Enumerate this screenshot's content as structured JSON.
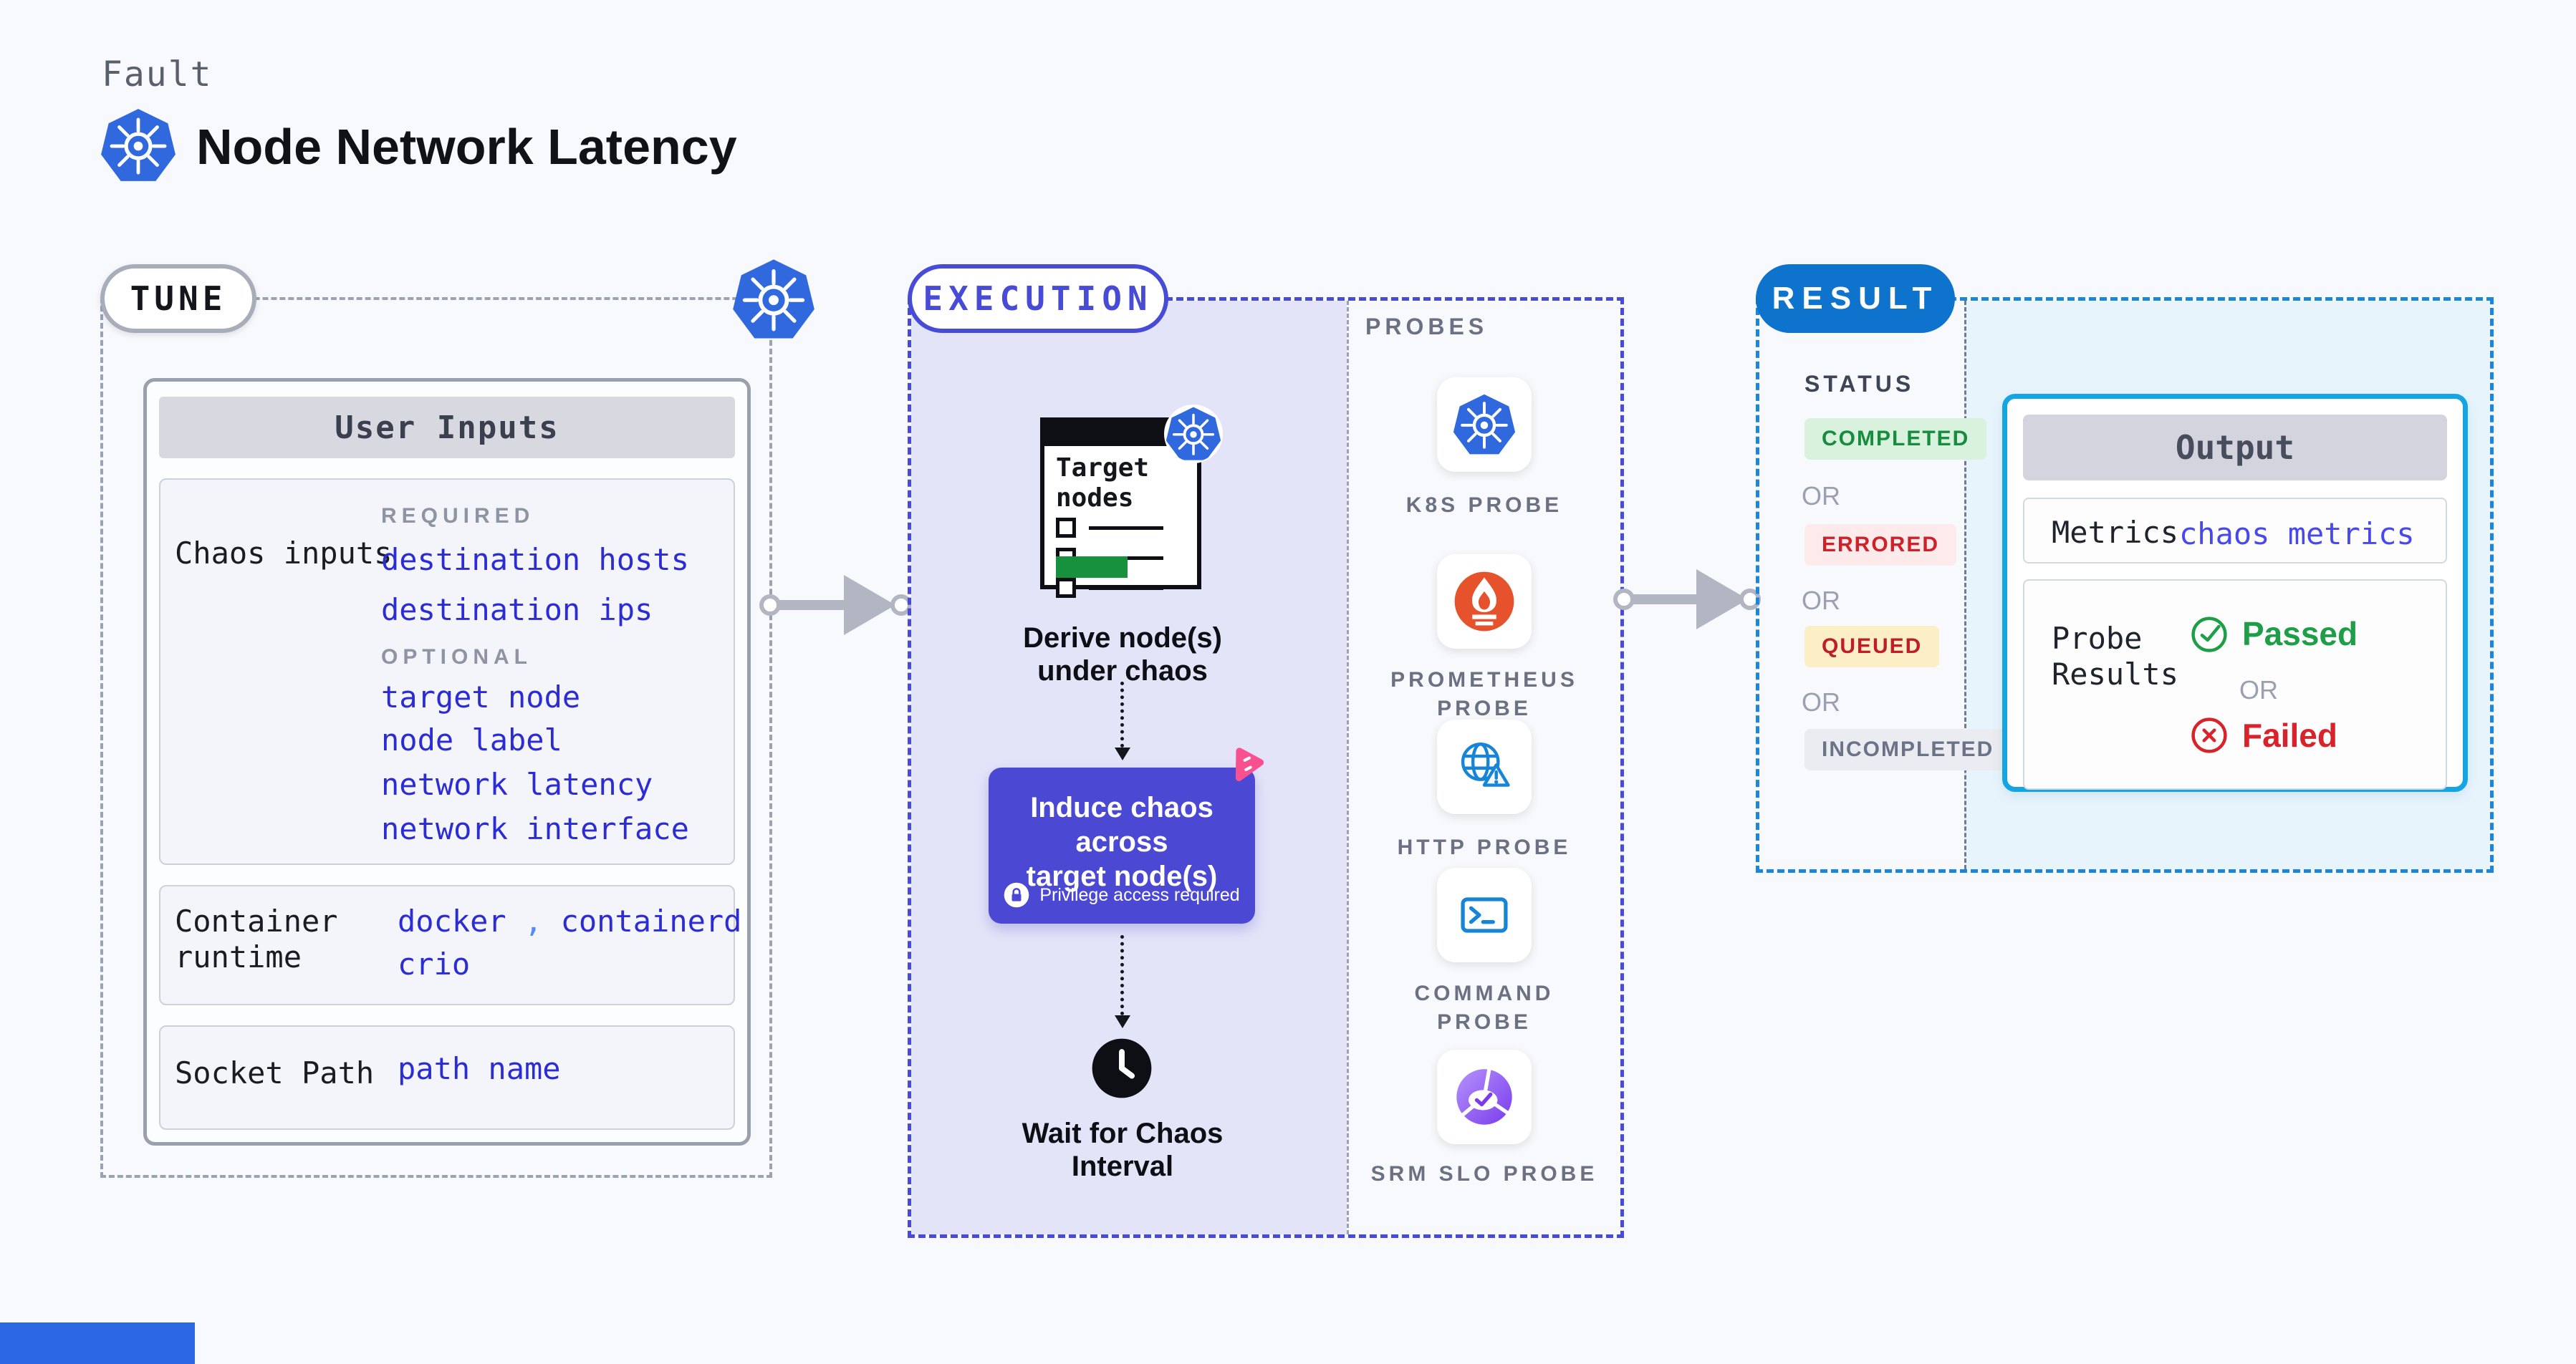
{
  "header": {
    "kicker": "Fault",
    "title": "Node Network Latency"
  },
  "tune": {
    "pill": "TUNE",
    "user_inputs": {
      "header": "User Inputs",
      "chaos_inputs_label": "Chaos inputs",
      "required_label": "REQUIRED",
      "required_items": [
        "destination hosts",
        "destination ips"
      ],
      "optional_label": "OPTIONAL",
      "optional_items": [
        "target node",
        "node label",
        "network latency",
        "network interface"
      ],
      "container_runtime_label_1": "Container",
      "container_runtime_label_2": "runtime",
      "runtime_value_1": "docker",
      "runtime_comma": ",",
      "runtime_value_2": "containerd",
      "runtime_value_3": "crio",
      "socket_path_label": "Socket Path",
      "socket_path_value": "path name"
    }
  },
  "execution": {
    "pill": "EXECUTION",
    "target_nodes_title_1": "Target",
    "target_nodes_title_2": "nodes",
    "derive_caption_1": "Derive node(s)",
    "derive_caption_2": "under chaos",
    "induce_line_1": "Induce chaos across",
    "induce_line_2": "target node(s)",
    "privilege_note": "Privilege access required",
    "wait_caption_1": "Wait for Chaos",
    "wait_caption_2": "Interval",
    "probes": {
      "label": "PROBES",
      "items": [
        {
          "name": "K8S PROBE",
          "icon": "kubernetes-icon"
        },
        {
          "name": "PROMETHEUS PROBE",
          "icon": "prometheus-icon"
        },
        {
          "name": "HTTP PROBE",
          "icon": "http-globe-icon"
        },
        {
          "name": "COMMAND PROBE",
          "icon": "terminal-icon"
        },
        {
          "name": "SRM SLO PROBE",
          "icon": "slo-pie-icon"
        }
      ]
    }
  },
  "result": {
    "pill": "RESULT",
    "status_label": "STATUS",
    "or": "OR",
    "statuses": [
      {
        "label": "COMPLETED",
        "color": "#178c3f",
        "bg": "#d9f2dd"
      },
      {
        "label": "ERRORED",
        "color": "#cf2129",
        "bg": "#fdeaea"
      },
      {
        "label": "QUEUED",
        "color": "#bf1e28",
        "bg": "#fcefc5"
      },
      {
        "label": "INCOMPLETED",
        "color": "#6d7386",
        "bg": "#ebecf1"
      }
    ],
    "output": {
      "header": "Output",
      "metrics_label": "Metrics",
      "metrics_value": "chaos metrics",
      "probe_results_label_1": "Probe",
      "probe_results_label_2": "Results",
      "passed_label": "Passed",
      "or": "OR",
      "failed_label": "Failed"
    }
  },
  "colors": {
    "background": "#f8f9fc",
    "tune_dash": "#9aa3b0",
    "execution_accent": "#474bd6",
    "execution_fill": "#e4e4f9",
    "result_dash": "#1b86da",
    "result_pill": "#0e73cc",
    "result_fill": "#e8f4fc",
    "output_border": "#16a5e3",
    "induce_fill": "#4b48d3",
    "value_blue": "#2c2cd4",
    "kubernetes_blue": "#3069de",
    "prometheus_orange": "#e6522c",
    "litmus_pink": "#f9508f",
    "passed_green": "#1f9e48",
    "failed_red": "#d8232a",
    "arrow_gray": "#b2b6c3"
  }
}
